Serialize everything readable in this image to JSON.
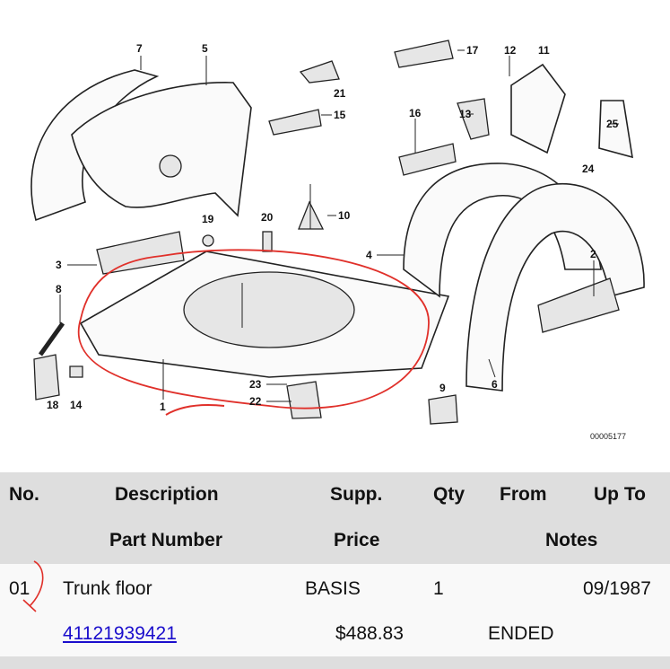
{
  "diagram": {
    "callouts": [
      "7",
      "5",
      "21",
      "17",
      "12",
      "11",
      "15",
      "16",
      "13",
      "25",
      "24",
      "19",
      "20",
      "10",
      "3",
      "4",
      "2",
      "8",
      "18",
      "14",
      "23",
      "22",
      "1",
      "9",
      "6"
    ],
    "figure_id": "00005177",
    "annotation_color": "#e0302a"
  },
  "table": {
    "headers_row1": [
      "No.",
      "Description",
      "Supp.",
      "Qty",
      "From",
      "Up To"
    ],
    "headers_row2": [
      "Part Number",
      "Price",
      "Notes"
    ],
    "rows": [
      {
        "no": "01",
        "description": "Trunk floor",
        "supp": "BASIS",
        "qty": "1",
        "from": "",
        "up_to": "09/1987",
        "part_number": "41121939421",
        "price": "$488.83",
        "notes": "ENDED"
      }
    ],
    "link_color": "#1a0dcc"
  }
}
